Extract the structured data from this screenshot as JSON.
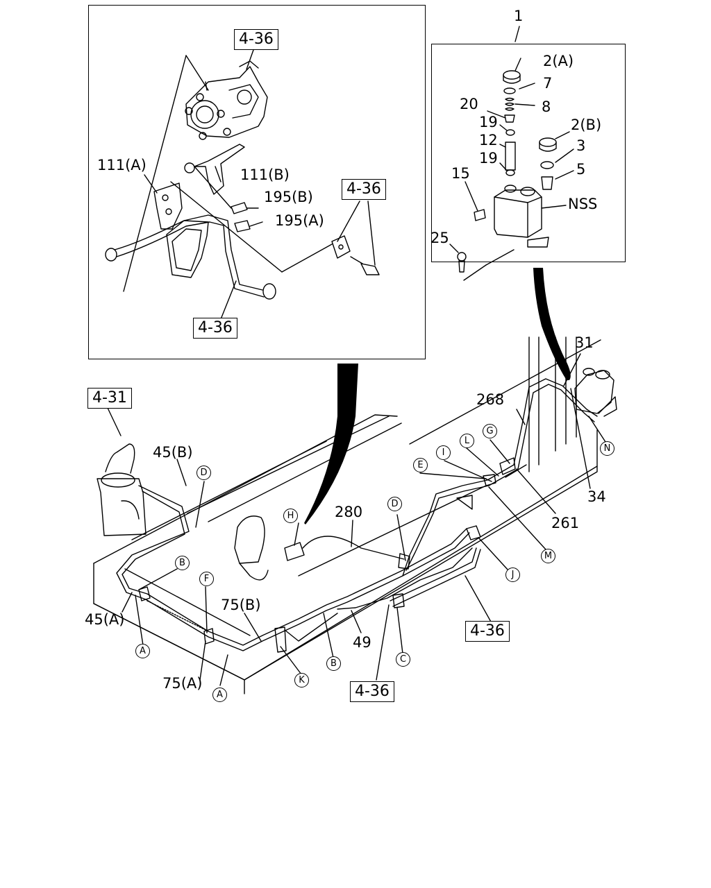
{
  "callouts": {
    "c1": "1",
    "c2a": "2(A)",
    "c7": "7",
    "c8": "8",
    "c20": "20",
    "c19a": "19",
    "c2b": "2(B)",
    "c12": "12",
    "c3": "3",
    "c19b": "19",
    "c5": "5",
    "c15": "15",
    "cnss": "NSS",
    "c25": "25",
    "c111a": "111(A)",
    "c111b": "111(B)",
    "c195b": "195(B)",
    "c195a": "195(A)",
    "c31": "31",
    "c268": "268",
    "c45b": "45(B)",
    "c280": "280",
    "c34": "34",
    "c261": "261",
    "c45a": "45(A)",
    "c75b": "75(B)",
    "c49": "49",
    "c75a": "75(A)"
  },
  "references": {
    "r1": "4-36",
    "r2": "4-36",
    "r3": "4-36",
    "r4": "4-31",
    "r5": "4-36",
    "r6": "4-36"
  },
  "markers": {
    "D1": "D",
    "G": "G",
    "L": "L",
    "I": "I",
    "E": "E",
    "D2": "D",
    "H": "H",
    "N": "N",
    "M": "M",
    "J": "J",
    "B1": "B",
    "F": "F",
    "A1": "A",
    "A2": "A",
    "K": "K",
    "B2": "B",
    "C": "C"
  }
}
